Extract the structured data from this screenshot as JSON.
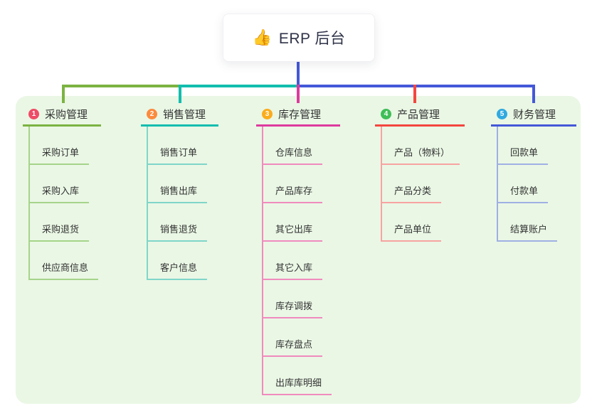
{
  "root": {
    "icon_char": "👍",
    "label": "ERP 后台"
  },
  "theme": {
    "page_bg": "#FFFFFF",
    "panel_bg": "#EAF7E5",
    "stem_color": "#4458D8",
    "rail_segments": [
      "#7CB342",
      "#12BDAE",
      "#4458D8"
    ]
  },
  "branches": [
    {
      "num": "1",
      "label": "采购管理",
      "badge_color": "#EF4B66",
      "line_color": "#7CB342",
      "child_line_color": "#A5D48A",
      "children": [
        "采购订单",
        "采购入库",
        "采购退货",
        "供应商信息"
      ]
    },
    {
      "num": "2",
      "label": "销售管理",
      "badge_color": "#FC8A3C",
      "line_color": "#12BDAE",
      "child_line_color": "#7FD6C9",
      "children": [
        "销售订单",
        "销售出库",
        "销售退货",
        "客户信息"
      ]
    },
    {
      "num": "3",
      "label": "库存管理",
      "badge_color": "#FBAC1C",
      "line_color": "#DD3A9E",
      "child_line_color": "#F08BBE",
      "children": [
        "仓库信息",
        "产品库存",
        "其它出库",
        "其它入库",
        "库存调拨",
        "库存盘点",
        "出库库明细"
      ]
    },
    {
      "num": "4",
      "label": "产品管理",
      "badge_color": "#3FBE58",
      "line_color": "#F4463F",
      "child_line_color": "#F7A3A0",
      "children": [
        "产品（物料）",
        "产品分类",
        "产品单位"
      ]
    },
    {
      "num": "5",
      "label": "财务管理",
      "badge_color": "#30A9E0",
      "line_color": "#4458D8",
      "child_line_color": "#9FB0E4",
      "children": [
        "回款单",
        "付款单",
        "结算账户"
      ]
    }
  ]
}
